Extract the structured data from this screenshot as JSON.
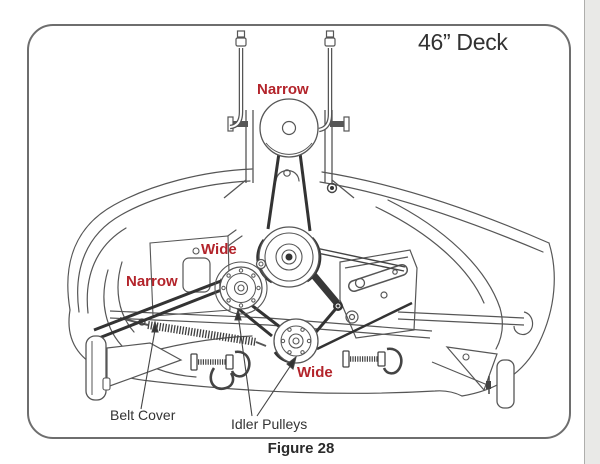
{
  "title": "46” Deck",
  "figure_caption": "Figure 28",
  "labels": {
    "narrow_top": "Narrow",
    "wide_upper": "Wide",
    "narrow_left": "Narrow",
    "wide_bottom": "Wide",
    "belt_cover": "Belt Cover",
    "idler_pulleys": "Idler Pulleys"
  },
  "colors": {
    "callout_red": "#b3242b",
    "label_black": "#333333",
    "line_art": "#565656",
    "belt_dark": "#333333",
    "frame_border": "#6e6e6e",
    "page_strip": "#e9e9e7"
  }
}
